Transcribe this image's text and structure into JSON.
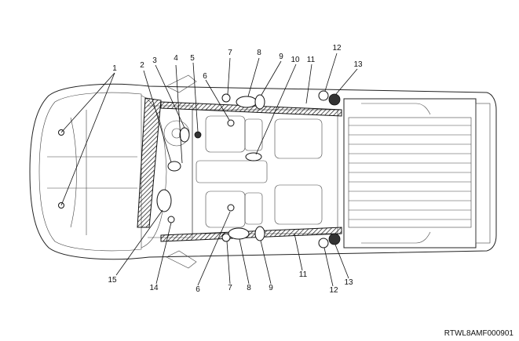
{
  "diagram": {
    "figure_code": "RTWL8AMF000901",
    "callouts": [
      {
        "label": "1"
      },
      {
        "label": "2"
      },
      {
        "label": "3"
      },
      {
        "label": "4"
      },
      {
        "label": "5"
      },
      {
        "label": "6"
      },
      {
        "label": "7"
      },
      {
        "label": "8"
      },
      {
        "label": "9"
      },
      {
        "label": "10"
      },
      {
        "label": "11"
      },
      {
        "label": "12"
      },
      {
        "label": "13"
      },
      {
        "label": "6"
      },
      {
        "label": "7"
      },
      {
        "label": "8"
      },
      {
        "label": "9"
      },
      {
        "label": "11"
      },
      {
        "label": "12"
      },
      {
        "label": "13"
      },
      {
        "label": "14"
      },
      {
        "label": "15"
      }
    ]
  }
}
